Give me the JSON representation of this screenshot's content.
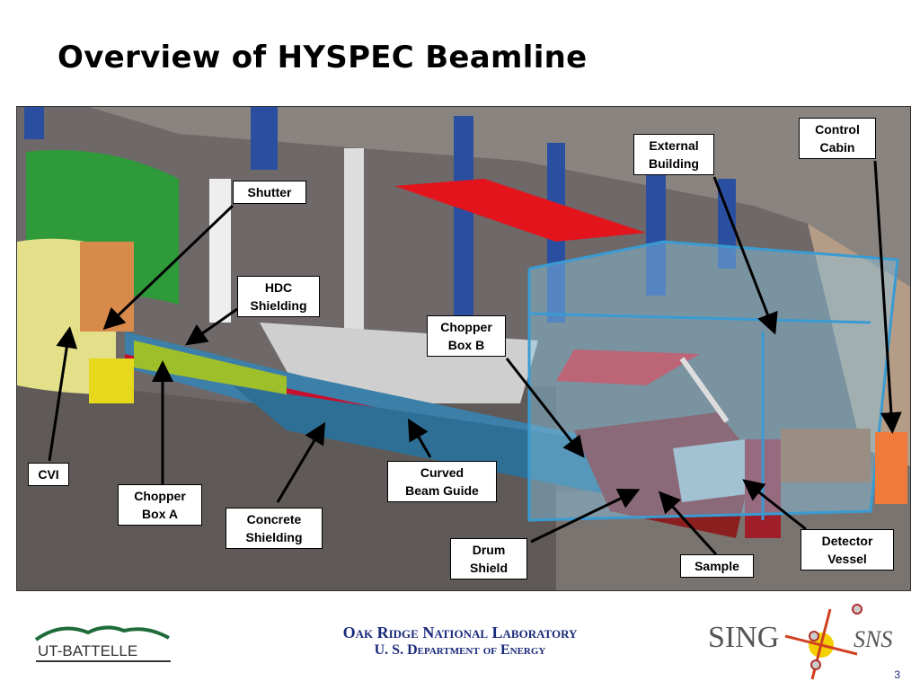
{
  "title": "Overview of HYSPEC Beamline",
  "labels": {
    "shutter": "Shutter",
    "hdc": "HDC\nShielding",
    "chopper_b": "Chopper\nBox B",
    "external": "External\nBuilding",
    "control": "Control\nCabin",
    "cvi": "CVI",
    "chopper_a": "Chopper\nBox A",
    "concrete": "Concrete\nShielding",
    "curved": "Curved\nBeam Guide",
    "drum": "Drum\nShield",
    "sample": "Sample",
    "detector": "Detector\nVessel"
  },
  "footer": {
    "line1": "Oak Ridge National Laboratory",
    "line2": "U. S. Department of Energy",
    "left_logo": "UT-BATTELLE",
    "right_logo_a": "SING",
    "right_logo_b": "SNS",
    "page": "3"
  }
}
